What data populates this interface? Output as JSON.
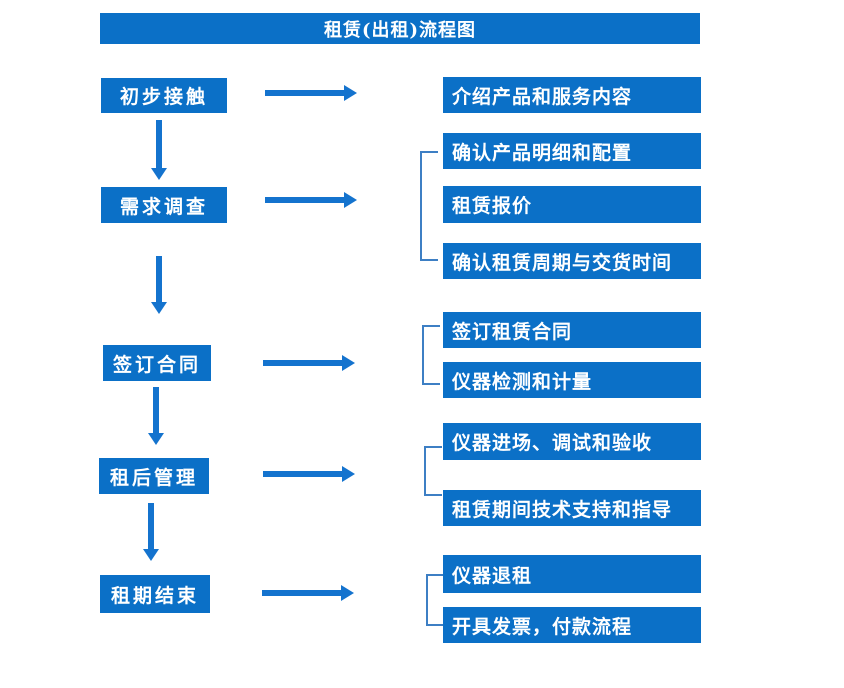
{
  "title": "租赁(出租)流程图",
  "colors": {
    "box_fill": "#0b70c7",
    "arrow": "#1473ce",
    "bracket": "#3d7fc4",
    "box_text": "#ffffff",
    "page_background": "#ffffff"
  },
  "steps": [
    {
      "label": "初步接触",
      "details": [
        "介绍产品和服务内容"
      ]
    },
    {
      "label": "需求调查",
      "details": [
        "确认产品明细和配置",
        "租赁报价",
        "确认租赁周期与交货时间"
      ]
    },
    {
      "label": "签订合同",
      "details": [
        "签订租赁合同",
        "仪器检测和计量"
      ]
    },
    {
      "label": "租后管理",
      "details": [
        "仪器进场、调试和验收",
        "租赁期间技术支持和指导"
      ]
    },
    {
      "label": "租期结束",
      "details": [
        "仪器退租",
        "开具发票，付款流程"
      ]
    }
  ]
}
